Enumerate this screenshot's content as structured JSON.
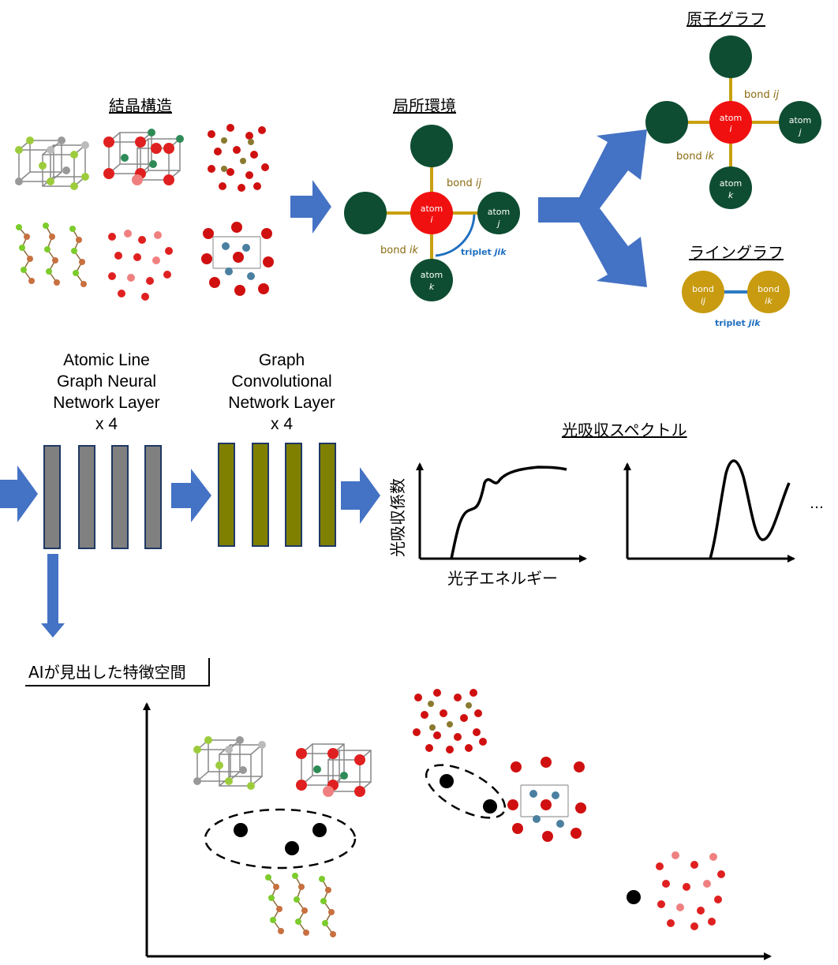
{
  "headings": {
    "crystal": "結晶構造",
    "local_env": "局所環境",
    "atom_graph": "原子グラフ",
    "line_graph": "ライングラフ",
    "spectrum": "光吸収スペクトル"
  },
  "local_env": {
    "center_atom": "atom",
    "center_index": "i",
    "atom_j": "atom",
    "atom_j_index": "j",
    "atom_k": "atom",
    "atom_k_index": "k",
    "bond_ij_prefix": "bond ",
    "bond_ij_suffix": "ij",
    "bond_ik_prefix": "bond ",
    "bond_ik_suffix": "ik",
    "triplet_prefix": "triplet ",
    "triplet_suffix": "jik"
  },
  "atom_graph": {
    "center_atom": "atom",
    "center_index": "i",
    "atom_j": "atom",
    "atom_j_index": "j",
    "atom_k": "atom",
    "atom_k_index": "k",
    "bond_ij_prefix": "bond ",
    "bond_ij_suffix": "ij",
    "bond_ik_prefix": "bond ",
    "bond_ik_suffix": "ik"
  },
  "line_graph": {
    "node1_label": "bond",
    "node1_index": "ij",
    "node2_label": "bond",
    "node2_index": "ik",
    "triplet_prefix": "triplet ",
    "triplet_suffix": "jik"
  },
  "layers": {
    "alignn_title": "Atomic Line\nGraph Neural\nNetwork Layer\nx 4",
    "gcn_title": "Graph\nConvolutional\nNetwork Layer\nx 4"
  },
  "spectrum_plot": {
    "ylabel": "光吸収係数",
    "xlabel": "光子エネルギー",
    "more": "…"
  },
  "feature_space": {
    "title": "AIが見出した特徴空間"
  },
  "colors": {
    "atom_dark": "#0e4d32",
    "atom_center": "#f01010",
    "bond": "#c8a010",
    "triplet": "#1f6fbf",
    "arrow": "#4472c4",
    "alignn_layer": "#808080",
    "gcn_layer": "#808000",
    "line_node": "#c89b10"
  }
}
